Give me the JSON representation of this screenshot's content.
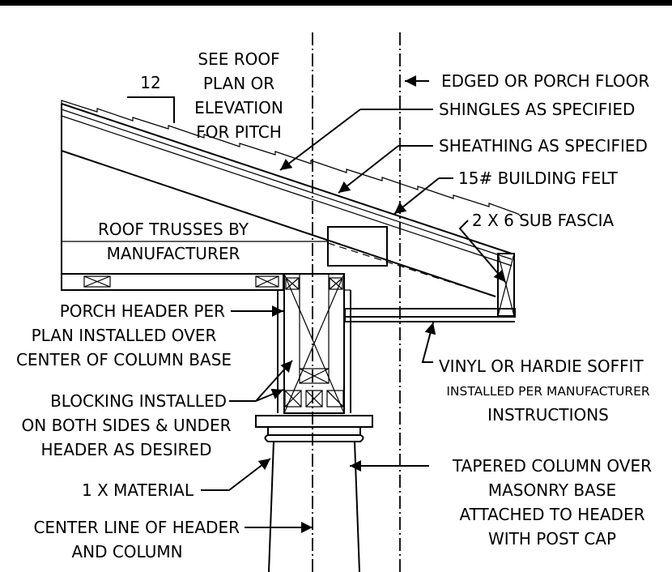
{
  "labels": {
    "pitch_run": "12",
    "see_roof": [
      "SEE ROOF",
      "PLAN OR",
      "ELEVATION",
      "FOR PITCH"
    ],
    "edge_floor": "EDGED OR PORCH FLOOR",
    "shingles": "SHINGLES AS SPECIFIED",
    "sheathing": "SHEATHING AS SPECIFIED",
    "felt": "15# BUILDING FELT",
    "sub_fascia": "2 X 6 SUB FASCIA",
    "trusses": [
      "ROOF TRUSSES BY",
      "MANUFACTURER"
    ],
    "porch_header": [
      "PORCH HEADER PER",
      "PLAN INSTALLED OVER",
      "CENTER OF COLUMN BASE"
    ],
    "blocking": [
      "BLOCKING INSTALLED",
      "ON BOTH SIDES & UNDER",
      "HEADER AS DESIRED"
    ],
    "soffit": [
      "VINYL OR HARDIE SOFFIT",
      "INSTALLED PER MANUFACTURER",
      "INSTRUCTIONS"
    ],
    "material": "1 X MATERIAL",
    "column": [
      "TAPERED COLUMN OVER",
      "MASONRY BASE",
      "ATTACHED TO HEADER",
      "WITH POST CAP"
    ],
    "center_line": [
      "CENTER LINE OF HEADER",
      "AND COLUMN"
    ]
  }
}
